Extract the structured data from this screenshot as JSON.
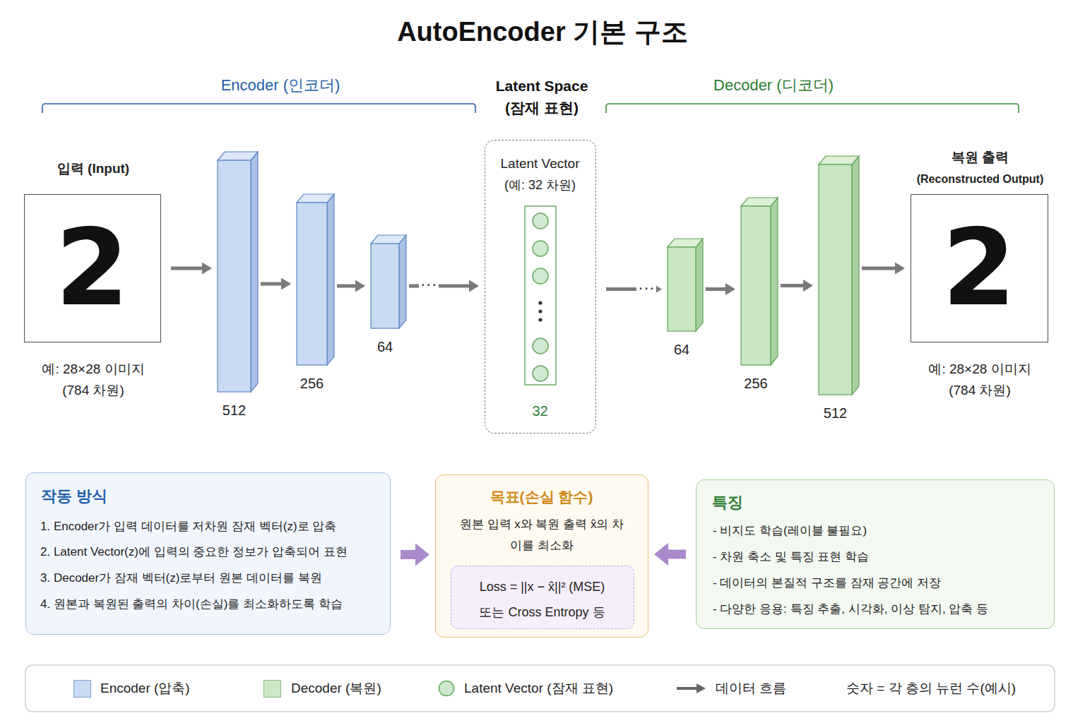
{
  "diagram": {
    "title": "AutoEncoder 기본 구조",
    "nodes": [
      {
        "text": [
          "입력 (Input)",
          "2",
          "예: 28×28 이미지 (784 차원)"
        ]
      },
      {
        "text": [
          "512"
        ]
      },
      {
        "text": [
          "256"
        ]
      },
      {
        "text": [
          "64"
        ]
      },
      {
        "text": [
          "Latent Vector",
          "(예: 32 차원)",
          "32"
        ]
      },
      {
        "text": [
          "64"
        ]
      },
      {
        "text": [
          "256"
        ]
      },
      {
        "text": [
          "512"
        ]
      },
      {
        "text": [
          "복원 출력",
          "(Reconstructed Output)",
          "2",
          "예: 28×28 이미지 (784 차원)"
        ]
      },
      {
        "text": [
          "작동 방식",
          "1. Encoder가 입력 데이터를 저차원 잠재 벡터(z)로 압축",
          "2. Latent Vector(z)에 입력의 중요한 정보가 압축되어 표현",
          "3. Decoder가 잠재 벡터(z)로부터 원본 데이터를 복원",
          "4. 원본과 복원된 출력의 차이(손실)를 최소화하도록 학습"
        ]
      },
      {
        "text": [
          "목표(손실 함수)",
          "원본 입력 x와 복원 출력 x̂의 차이를 최소화"
        ]
      },
      {
        "text": [
          "Loss = ||x − x̂||² (MSE)",
          "또는 Cross Entropy 등"
        ],
        "in": 10
      },
      {
        "text": [
          "특징",
          "- 비지도 학습(레이블 불필요)",
          "- 차원 축소 및 특징 표현 학습",
          "- 데이터의 본질적 구조를 잠재 공간에 저장",
          "- 다양한 응용: 특징 추출, 시각화, 이상 탐지, 압축 등"
        ]
      }
    ],
    "edges": [
      {
        "from": 0,
        "to": 1,
        "arrow": "to"
      },
      {
        "from": 1,
        "to": 2,
        "arrow": "to"
      },
      {
        "from": 2,
        "to": 3,
        "arrow": "to"
      },
      {
        "from": 3,
        "to": 4,
        "label": "···",
        "arrow": "to"
      },
      {
        "from": 4,
        "to": 5,
        "label": "···",
        "arrow": "to"
      },
      {
        "from": 5,
        "to": 6,
        "arrow": "to"
      },
      {
        "from": 6,
        "to": 7,
        "arrow": "to"
      },
      {
        "from": 7,
        "to": 8,
        "arrow": "to"
      },
      {
        "from": 9,
        "to": 10,
        "arrow": "to"
      },
      {
        "from": 12,
        "to": 10,
        "arrow": "to"
      }
    ],
    "labels": [
      "Encoder (인코더)",
      "Latent Space (잠재 표현)",
      "Decoder (디코더)"
    ],
    "legend": [
      {
        "text": "Encoder (압축)",
        "color": "#c9daf2"
      },
      {
        "text": "Decoder (복원)",
        "color": "#cde6c7"
      },
      {
        "text": "Latent Vector (잠재 표현)"
      },
      {
        "text": "데이터 흐름"
      },
      {
        "text": "숫자 = 각 층의 뉴런 수(예시)"
      }
    ]
  }
}
